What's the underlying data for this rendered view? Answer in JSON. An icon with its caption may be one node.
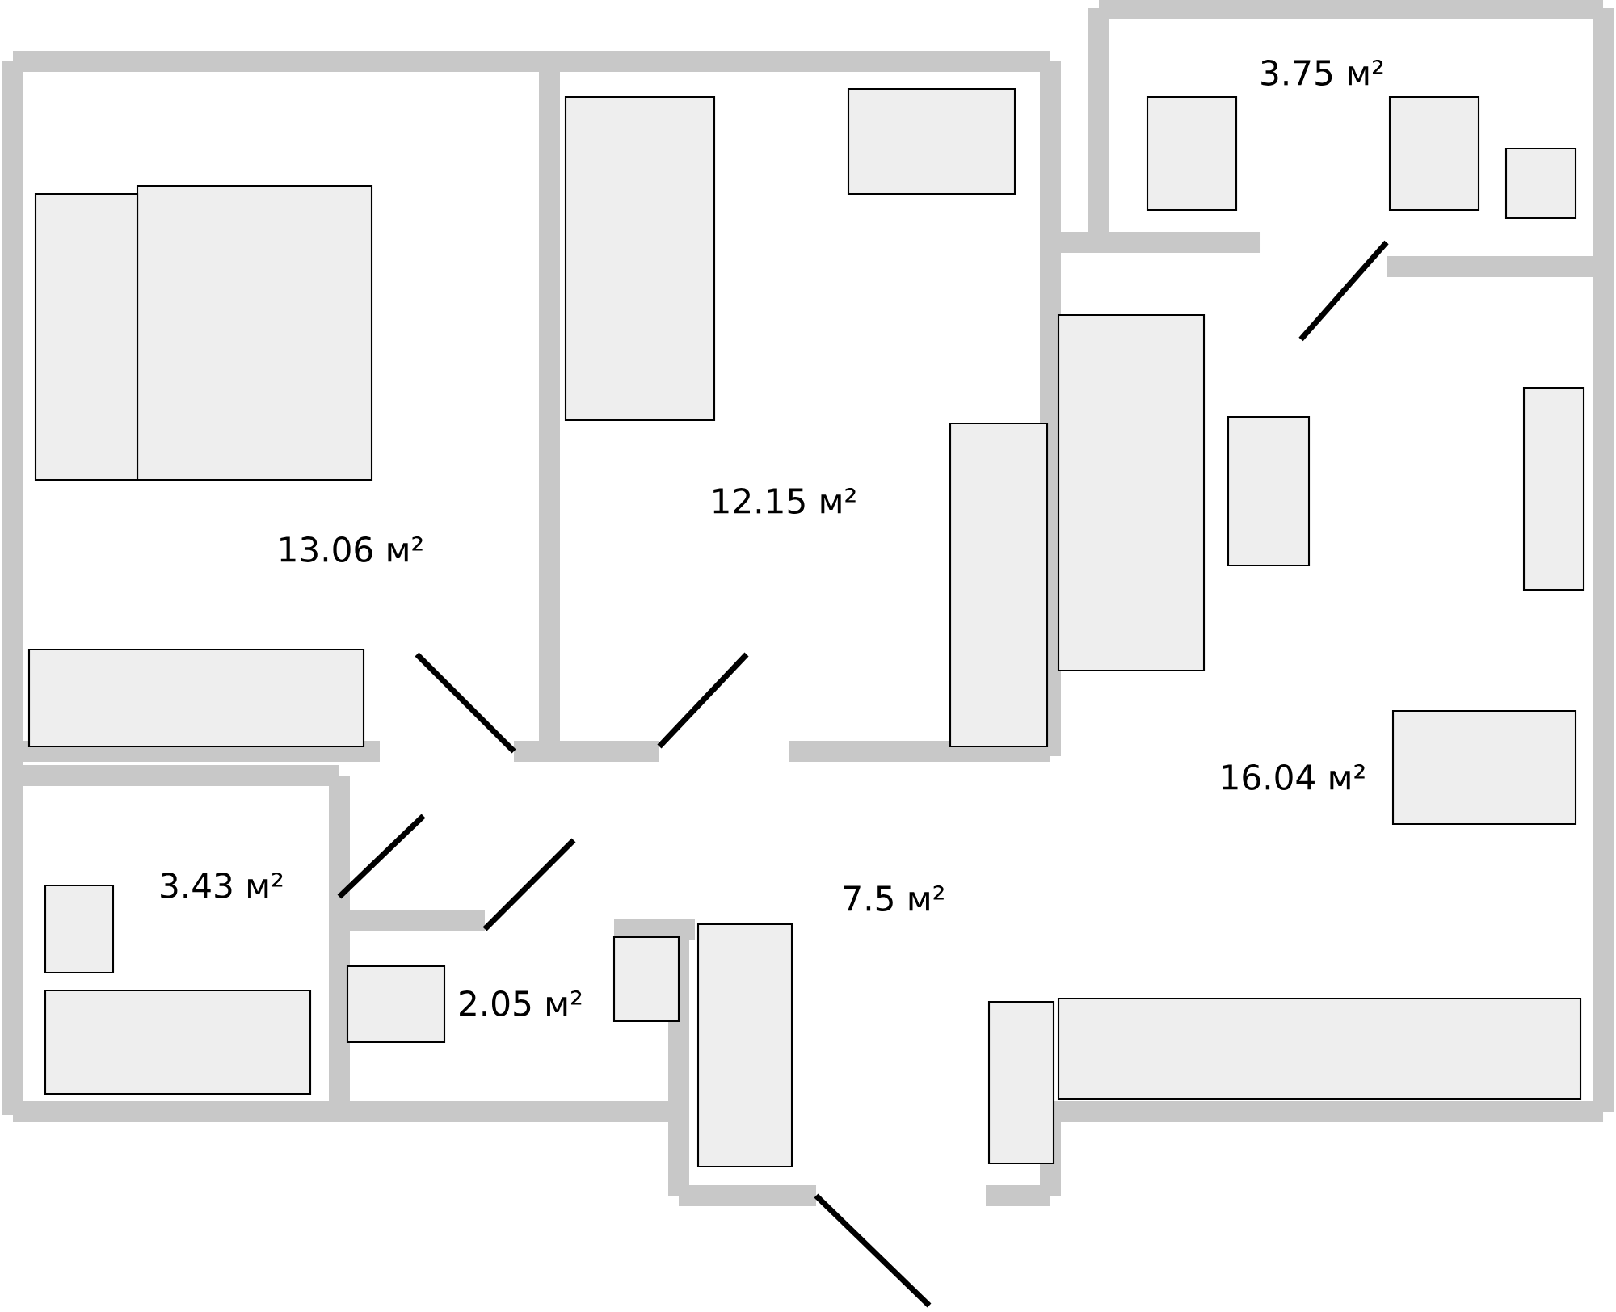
{
  "diagram": {
    "labels": [
      "3.75 м²",
      "12.15 м²",
      "13.06 м²",
      "16.04 м²",
      "3.43 м²",
      "7.5 м²",
      "2.05 м²"
    ]
  }
}
